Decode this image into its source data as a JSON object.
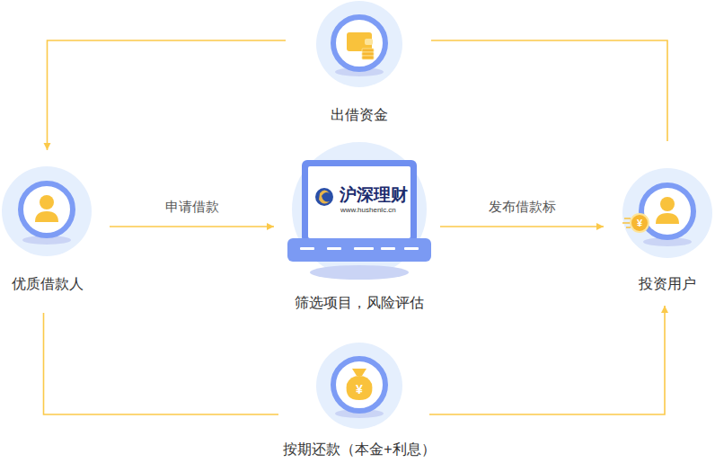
{
  "diagram": {
    "nodes": [
      {
        "text": [
          "出借资金"
        ]
      },
      {
        "text": [
          "优质借款人"
        ]
      },
      {
        "text": [
          "沪深理财",
          "www.hushenlc.cn",
          "筛选项目，风险评估"
        ]
      },
      {
        "text": [
          "投资用户"
        ]
      },
      {
        "text": [
          "按期还款（本金+利息）"
        ]
      }
    ],
    "edges": [
      {
        "from": 3,
        "to": 0,
        "arrow": "none"
      },
      {
        "from": 0,
        "to": 1,
        "arrow": "to"
      },
      {
        "from": 1,
        "to": 2,
        "label": "申请借款",
        "arrow": "to"
      },
      {
        "from": 2,
        "to": 3,
        "label": "发布借款标",
        "arrow": "to"
      },
      {
        "from": 1,
        "to": 4,
        "arrow": "none"
      },
      {
        "from": 4,
        "to": 3,
        "arrow": "to"
      }
    ],
    "labels": [
      "¥",
      "¥"
    ]
  }
}
